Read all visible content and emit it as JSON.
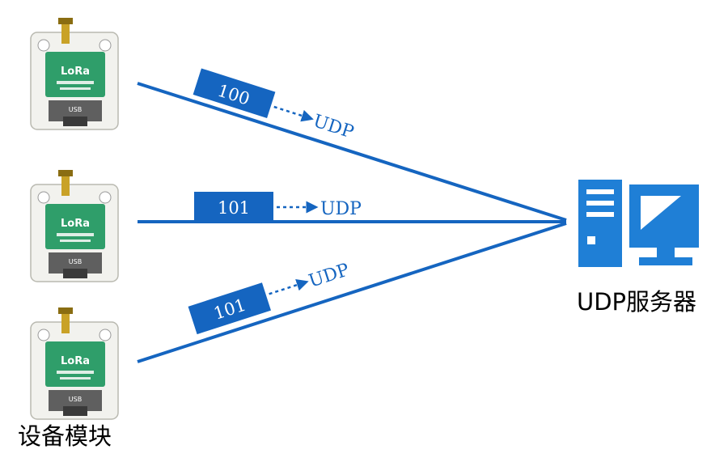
{
  "colors": {
    "line": "#1565c0",
    "server": "#1f7fd6",
    "device_green": "#2f9e6a",
    "device_body": "#f2f2ee",
    "text": "#000000",
    "label_text": "#ffffff"
  },
  "devices": [
    {
      "module_text": "LoRa",
      "port_text": "USB",
      "packet": "100",
      "protocol": "UDP"
    },
    {
      "module_text": "LoRa",
      "port_text": "USB",
      "packet": "101",
      "protocol": "UDP"
    },
    {
      "module_text": "LoRa",
      "port_text": "USB",
      "packet": "101",
      "protocol": "UDP"
    }
  ],
  "device_caption": "设备模块",
  "server_caption": "UDP服务器"
}
